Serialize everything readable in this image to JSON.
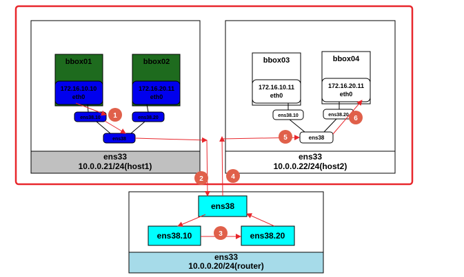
{
  "host1": {
    "footer_line1": "ens33",
    "footer_line2": "10.0.0.21/24(host1)",
    "bbox01": {
      "name": "bbox01",
      "ip": "172.16.10.10",
      "iface": "eth0"
    },
    "bbox02": {
      "name": "bbox02",
      "ip": "172.16.20.11",
      "iface": "eth0"
    },
    "vlan10": "ens38.10",
    "vlan20": "ens38.20",
    "trunk": "ens38"
  },
  "host2": {
    "footer_line1": "ens33",
    "footer_line2": "10.0.0.22/24(host2)",
    "bbox03": {
      "name": "bbox03",
      "ip": "172.16.10.11",
      "iface": "eth0"
    },
    "bbox04": {
      "name": "bbox04",
      "ip": "172.16.20.11",
      "iface": "eth0"
    },
    "vlan10": "ens38.10",
    "vlan20": "ens38.20",
    "trunk": "ens38"
  },
  "router": {
    "footer_line1": "ens33",
    "footer_line2": "10.0.0.20/24(router)",
    "trunk": "ens38",
    "vlan10": "ens38.10",
    "vlan20": "ens38.20"
  },
  "steps": [
    "1",
    "2",
    "3",
    "4",
    "5",
    "6"
  ],
  "colors": {
    "highlight_border": "#e8262b",
    "container_green": "#1e6b1e",
    "iface_blue": "#0000ee",
    "router_cyan": "#00ffff",
    "router_footer": "#a6dbe9",
    "host1_footer": "#c0c0c0",
    "step_badge": "#e0604a",
    "arrow": "#e8262b"
  }
}
